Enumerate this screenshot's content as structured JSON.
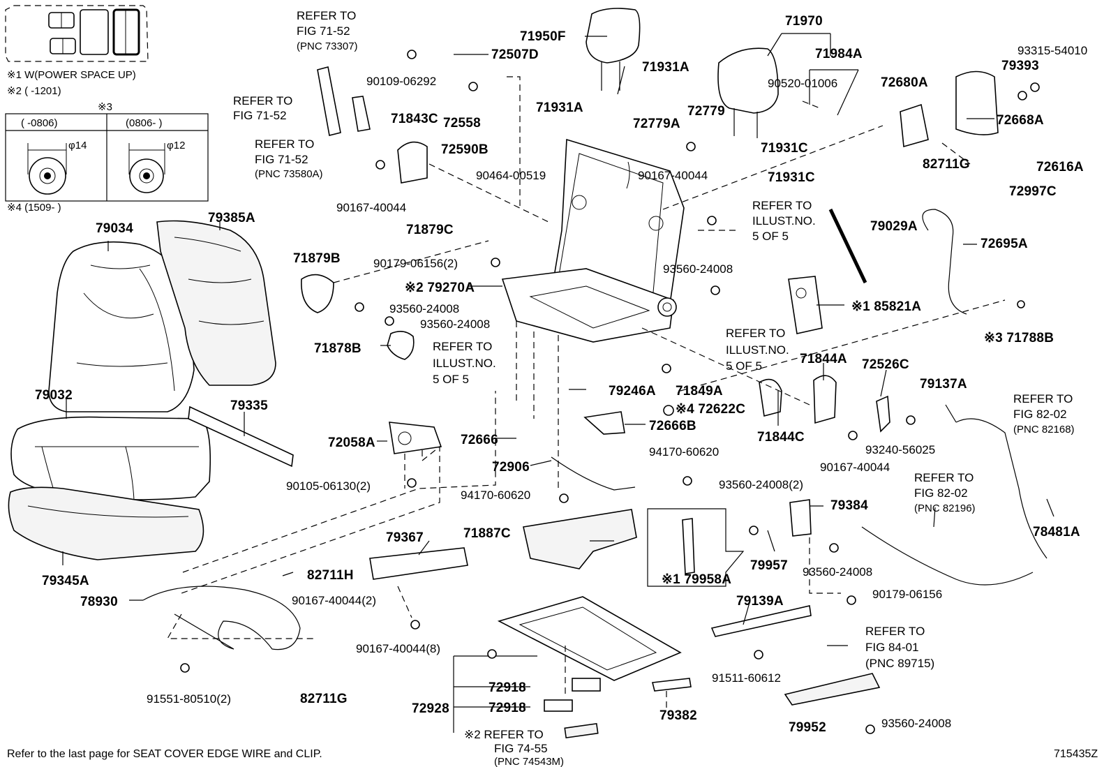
{
  "legend": {
    "notes": [
      "※1 W(POWER SPACE UP)",
      "※2 (     -1201)"
    ],
    "table_title": "※3",
    "columns": [
      "(     -0806)",
      "(0806-       )"
    ],
    "diameters": [
      "φ14",
      "φ12"
    ],
    "note4": "※4 (1509-       )"
  },
  "callouts": [
    {
      "id": "71950F",
      "text": "71950F"
    },
    {
      "id": "72507D",
      "text": "72507D"
    },
    {
      "id": "90109-06292",
      "text": "90109-06292"
    },
    {
      "id": "72558",
      "text": "72558"
    },
    {
      "id": "71843C",
      "text": "71843C"
    },
    {
      "id": "72590B",
      "text": "72590B"
    },
    {
      "id": "90464-00519",
      "text": "90464-00519"
    },
    {
      "id": "90167-40044a",
      "text": "90167-40044"
    },
    {
      "id": "71879C",
      "text": "71879C"
    },
    {
      "id": "71931A-1",
      "text": "71931A"
    },
    {
      "id": "71931A-2",
      "text": "71931A"
    },
    {
      "id": "71970",
      "text": "71970"
    },
    {
      "id": "71984A",
      "text": "71984A"
    },
    {
      "id": "90520-01006",
      "text": "90520-01006"
    },
    {
      "id": "72779",
      "text": "72779"
    },
    {
      "id": "72779A",
      "text": "72779A"
    },
    {
      "id": "90167-40044b",
      "text": "90167-40044"
    },
    {
      "id": "71931C-1",
      "text": "71931C"
    },
    {
      "id": "71931C-2",
      "text": "71931C"
    },
    {
      "id": "72680A",
      "text": "72680A"
    },
    {
      "id": "93315-54010",
      "text": "93315-54010"
    },
    {
      "id": "79393",
      "text": "79393"
    },
    {
      "id": "72668A",
      "text": "72668A"
    },
    {
      "id": "82711G-1",
      "text": "82711G"
    },
    {
      "id": "72616A",
      "text": "72616A"
    },
    {
      "id": "72997C",
      "text": "72997C"
    },
    {
      "id": "79029A",
      "text": "79029A"
    },
    {
      "id": "72695A",
      "text": "72695A"
    },
    {
      "id": "79034",
      "text": "79034"
    },
    {
      "id": "79385A",
      "text": "79385A"
    },
    {
      "id": "71879B",
      "text": "71879B"
    },
    {
      "id": "90179-06156(2)",
      "text": "90179-06156(2)"
    },
    {
      "id": "79270A",
      "text": "※2 79270A"
    },
    {
      "id": "93560-24008a",
      "text": "93560-24008"
    },
    {
      "id": "93560-24008b",
      "text": "93560-24008"
    },
    {
      "id": "93560-24008c",
      "text": "93560-24008"
    },
    {
      "id": "71878B",
      "text": "71878B"
    },
    {
      "id": "85821A",
      "text": "※1 85821A"
    },
    {
      "id": "71788B",
      "text": "※3 71788B"
    },
    {
      "id": "79032",
      "text": "79032"
    },
    {
      "id": "79335",
      "text": "79335"
    },
    {
      "id": "79246A",
      "text": "79246A"
    },
    {
      "id": "71849A",
      "text": "71849A"
    },
    {
      "id": "72622C",
      "text": "※4 72622C"
    },
    {
      "id": "72666B",
      "text": "72666B"
    },
    {
      "id": "71844A",
      "text": "71844A"
    },
    {
      "id": "72526C",
      "text": "72526C"
    },
    {
      "id": "79137A",
      "text": "79137A"
    },
    {
      "id": "71844C",
      "text": "71844C"
    },
    {
      "id": "93240-56025",
      "text": "93240-56025"
    },
    {
      "id": "90167-40044c",
      "text": "90167-40044"
    },
    {
      "id": "72058A",
      "text": "72058A"
    },
    {
      "id": "72666",
      "text": "72666"
    },
    {
      "id": "94170-60620a",
      "text": "94170-60620"
    },
    {
      "id": "72906",
      "text": "72906"
    },
    {
      "id": "94170-60620b",
      "text": "94170-60620"
    },
    {
      "id": "90105-06130(2)",
      "text": "90105-06130(2)"
    },
    {
      "id": "79345A",
      "text": "79345A"
    },
    {
      "id": "93560-24008(2)",
      "text": "93560-24008(2)"
    },
    {
      "id": "79384",
      "text": "79384"
    },
    {
      "id": "78481A",
      "text": "78481A"
    },
    {
      "id": "79367",
      "text": "79367"
    },
    {
      "id": "71887C",
      "text": "71887C"
    },
    {
      "id": "79957",
      "text": "79957"
    },
    {
      "id": "93560-24008d",
      "text": "93560-24008"
    },
    {
      "id": "79958A",
      "text": "※1 79958A"
    },
    {
      "id": "82711H",
      "text": "82711H"
    },
    {
      "id": "78930",
      "text": "78930"
    },
    {
      "id": "90167-40044(2)",
      "text": "90167-40044(2)"
    },
    {
      "id": "90179-06156",
      "text": "90179-06156"
    },
    {
      "id": "79139A",
      "text": "79139A"
    },
    {
      "id": "90167-40044(8)",
      "text": "90167-40044(8)"
    },
    {
      "id": "91511-60612",
      "text": "91511-60612"
    },
    {
      "id": "72928",
      "text": "72928"
    },
    {
      "id": "72918-1",
      "text": "72918"
    },
    {
      "id": "72918-2",
      "text": "72918"
    },
    {
      "id": "79382",
      "text": "79382"
    },
    {
      "id": "79952",
      "text": "79952"
    },
    {
      "id": "93560-24008e",
      "text": "93560-24008"
    },
    {
      "id": "91551-80510(2)",
      "text": "91551-80510(2)"
    },
    {
      "id": "82711G-2",
      "text": "82711G"
    }
  ],
  "refs": [
    {
      "id": "r1",
      "lines": [
        "REFER TO",
        "FIG 71-52",
        "(PNC 73307)"
      ]
    },
    {
      "id": "r2",
      "lines": [
        "REFER TO",
        "FIG 71-52"
      ]
    },
    {
      "id": "r3",
      "lines": [
        "REFER TO",
        "FIG 71-52",
        "(PNC 73580A)"
      ]
    },
    {
      "id": "r4",
      "lines": [
        "REFER TO",
        "ILLUST.NO.",
        "5 OF 5"
      ]
    },
    {
      "id": "r5",
      "lines": [
        "REFER TO",
        "ILLUST.NO.",
        "5 OF 5"
      ]
    },
    {
      "id": "r6",
      "lines": [
        "REFER TO",
        "ILLUST.NO.",
        "5 OF 5"
      ]
    },
    {
      "id": "r7",
      "lines": [
        "REFER TO",
        "FIG 82-02",
        "(PNC 82168)"
      ]
    },
    {
      "id": "r8",
      "lines": [
        "REFER TO",
        "FIG 82-02",
        "(PNC 82196)"
      ]
    },
    {
      "id": "r9",
      "lines": [
        "REFER TO",
        "FIG 84-01",
        "(PNC 89715)"
      ]
    },
    {
      "id": "r10",
      "lines": [
        "※2 REFER TO",
        "FIG 74-55",
        "(PNC 74543M)"
      ]
    }
  ],
  "footer": {
    "note": "Refer to the last page for SEAT COVER EDGE WIRE and CLIP.",
    "code": "715435Z"
  }
}
